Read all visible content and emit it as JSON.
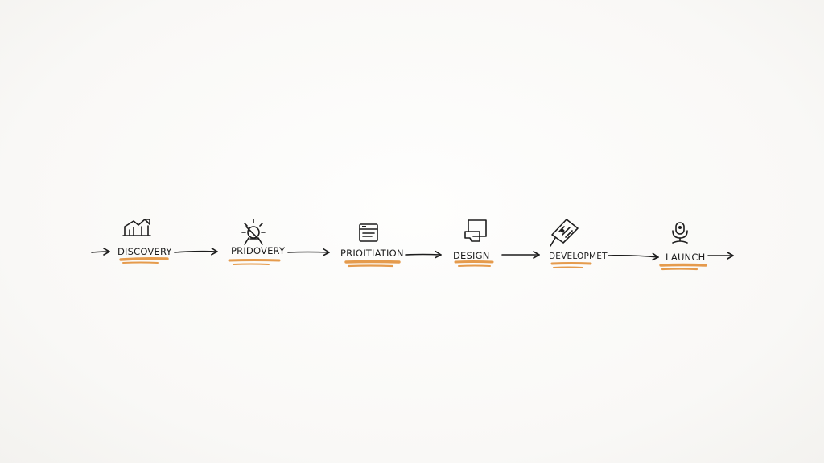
{
  "accent_color": "#e08a2e",
  "ink_color": "#1d1d1d",
  "steps": [
    {
      "label": "DISCOVERY",
      "icon": "house-chart-icon"
    },
    {
      "label": "PRIDOVERY",
      "icon": "lightbulb-idea-icon"
    },
    {
      "label": "PRIOITIATION",
      "icon": "browser-window-icon"
    },
    {
      "label": "DESIGN",
      "icon": "layered-pages-icon"
    },
    {
      "label": "DEVELOPMET",
      "icon": "blueprint-document-icon"
    },
    {
      "label": "LAUNCH",
      "icon": "microphone-person-icon"
    }
  ]
}
